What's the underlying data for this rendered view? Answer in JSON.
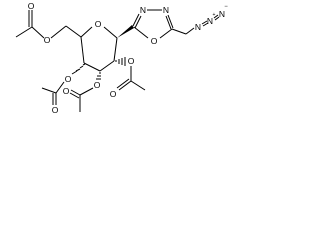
{
  "structure": {
    "atoms": {
      "ring_oxygen": "O",
      "ester_o_c6": "O",
      "carbonyl_o_c6": "O",
      "ester_o_c4": "O",
      "carbonyl_o_c4": "O",
      "ester_o_c3": "O",
      "carbonyl_o_c3": "O",
      "ester_o_c2": "O",
      "carbonyl_o_c2": "O",
      "oxadiazole_o": "O",
      "oxadiazole_n1": "N",
      "oxadiazole_n2": "N",
      "azide_n1": "N",
      "azide_n2": "N",
      "azide_n3": "N"
    },
    "charges": {
      "azide_n2_charge": "+",
      "azide_n3_charge": "−"
    }
  }
}
